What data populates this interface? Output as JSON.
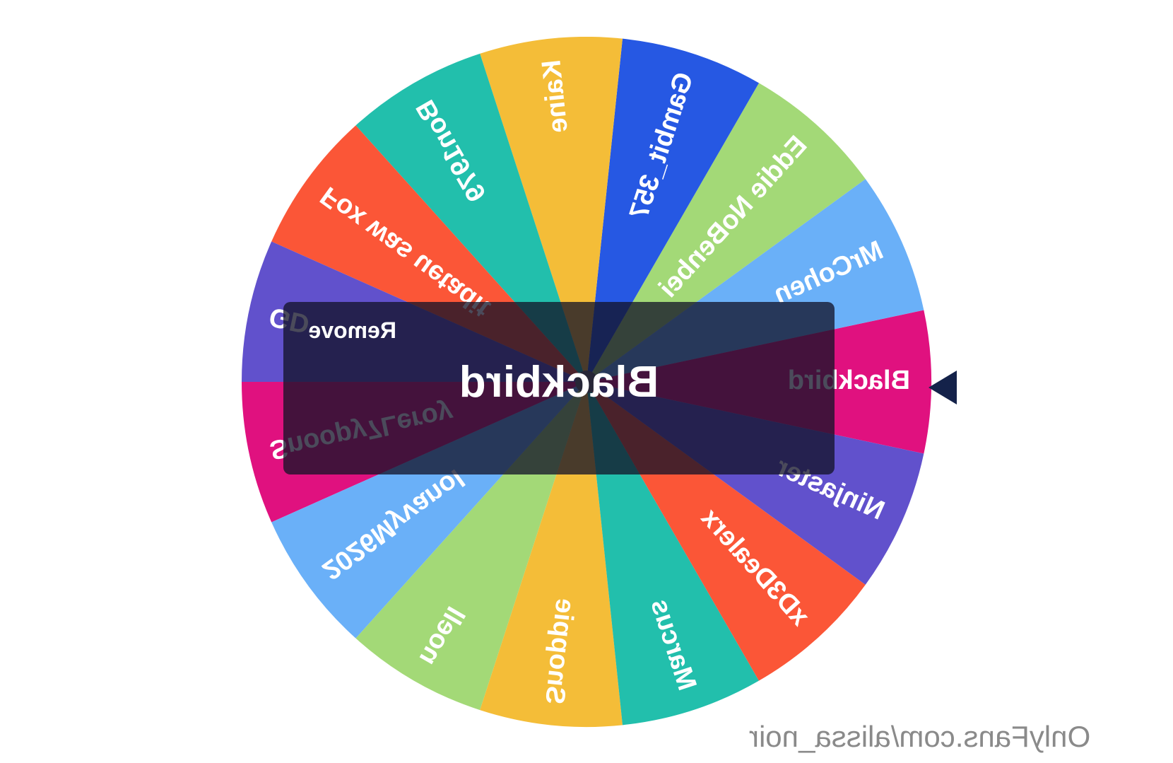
{
  "wheel": {
    "segments": [
      {
        "label": "Blackbird",
        "color": "#e0117f"
      },
      {
        "label": "MrCohen",
        "color": "#6ab0f8"
      },
      {
        "label": "Eddie NoBenbei",
        "color": "#a3d977"
      },
      {
        "label": "Gambit_357",
        "color": "#2658e3"
      },
      {
        "label": "Kaine",
        "color": "#f4bd38"
      },
      {
        "label": "Bon1979",
        "color": "#22bfac"
      },
      {
        "label": "Fox was uetadit",
        "color": "#fb5637"
      },
      {
        "label": "GD",
        "color": "#6151cc"
      },
      {
        "label": "Snoopy7Leroy",
        "color": "#e0117f"
      },
      {
        "label": "2026Myvanol",
        "color": "#6ab0f8"
      },
      {
        "label": "noell",
        "color": "#a3d977"
      },
      {
        "label": "Snoppie",
        "color": "#f4bd38"
      },
      {
        "label": "Marcus",
        "color": "#22bfac"
      },
      {
        "label": "xD3Dealerx",
        "color": "#fb5637"
      },
      {
        "label": "Ninjaster",
        "color": "#6151cc"
      }
    ]
  },
  "result": {
    "winner": "Blackbird",
    "remove_label": "Remove"
  },
  "watermark": "OnlyFans.com/alissa_noir",
  "colors": {
    "pointer": "#14224a",
    "panel_overlay": "#121228"
  }
}
